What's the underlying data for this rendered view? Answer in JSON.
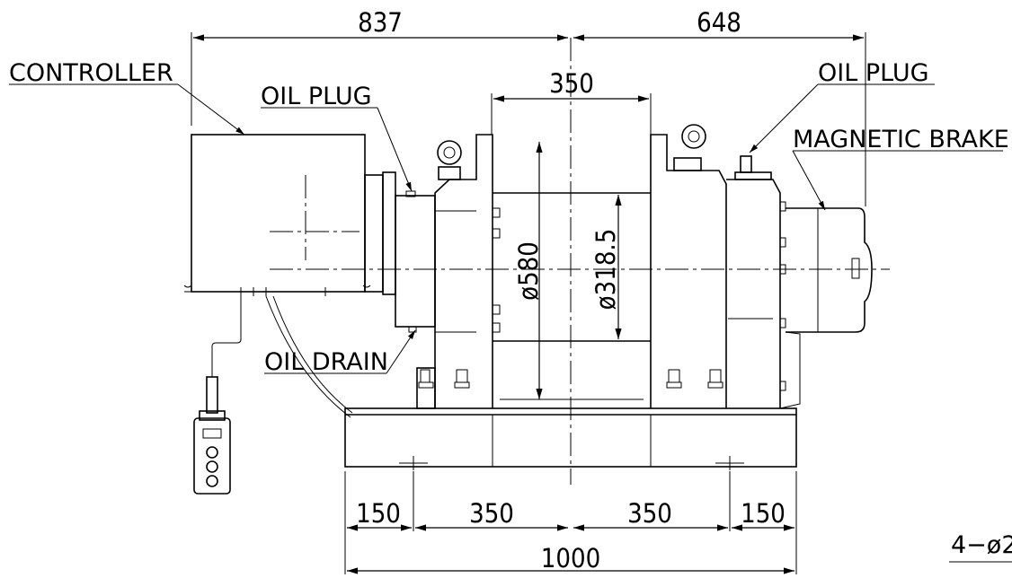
{
  "labels": {
    "controller": "CONTROLLER",
    "oil_plug_left": "OIL PLUG",
    "oil_plug_right": "OIL PLUG",
    "magnetic_brake": "MAGNETIC BRAKE",
    "oil_drain": "OIL DRAIN",
    "hole_note": "4−ø2"
  },
  "dimensions": {
    "top_left": "837",
    "top_right": "648",
    "drum_width": "350",
    "drum_flange_dia": "ø580",
    "drum_barrel_dia": "ø318.5",
    "base_seg_1": "150",
    "base_seg_2": "350",
    "base_seg_3": "350",
    "base_seg_4": "150",
    "base_total": "1000"
  }
}
